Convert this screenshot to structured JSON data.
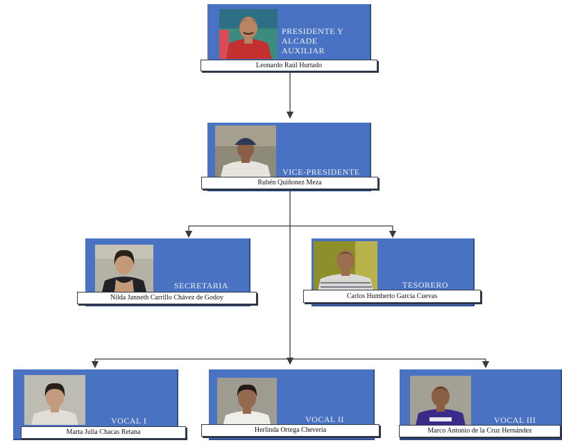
{
  "org_chart": {
    "president": {
      "role": "PRESIDENTE Y\nALCADE\nAUXILIAR",
      "name": "Leonardo Raúl Hurtado"
    },
    "vice_president": {
      "role": "VICE-PRESIDENTE",
      "name": "Rubén Quiñonez Meza"
    },
    "secretary": {
      "role": "SECRETARIA",
      "name": "Nilda Janneth Carrillo Chávez de Godoy"
    },
    "treasurer": {
      "role": "TESORERO",
      "name": "Carlos Humberto García Cuevas"
    },
    "vocal_1": {
      "role": "VOCAL I",
      "name": "Marta Julia Chacas Retana"
    },
    "vocal_2": {
      "role": "VOCAL II",
      "name": "Herlinda Ortega Chevería"
    },
    "vocal_3": {
      "role": "VOCAL III",
      "name": "Marco Antonio de la Cruz Hernández"
    }
  },
  "colors": {
    "card": "#4a72c2",
    "connector": "#3a3a3a"
  }
}
